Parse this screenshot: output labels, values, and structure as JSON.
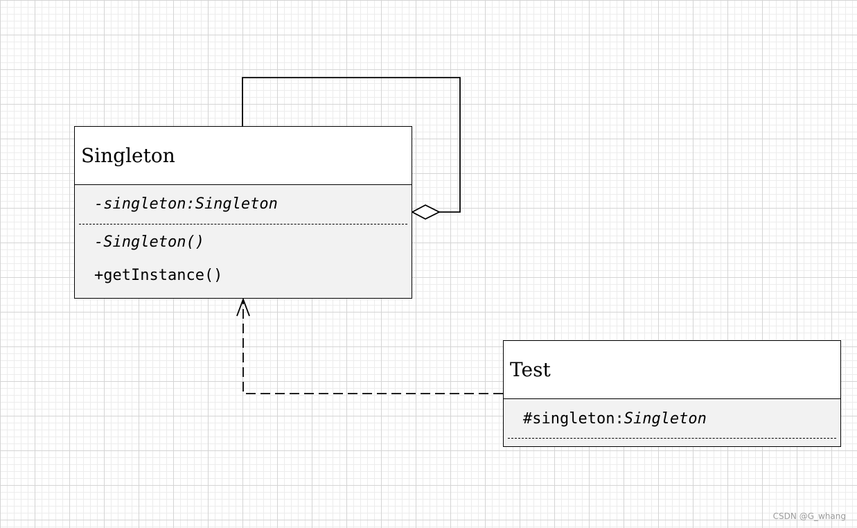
{
  "classes": {
    "singleton": {
      "name": "Singleton",
      "attribute": "-singleton:Singleton",
      "constructor": "-Singleton()",
      "method": "+getInstance()"
    },
    "test": {
      "name": "Test",
      "attribute_visibility_name": "#singleton:",
      "attribute_type": "Singleton"
    }
  },
  "relationships": [
    {
      "type": "aggregation",
      "from": "Singleton",
      "to": "Singleton",
      "style": "solid",
      "end": "hollow-diamond"
    },
    {
      "type": "dependency",
      "from": "Test",
      "to": "Singleton",
      "style": "dashed",
      "end": "open-arrow"
    }
  ],
  "watermark": "CSDN @G_whang"
}
